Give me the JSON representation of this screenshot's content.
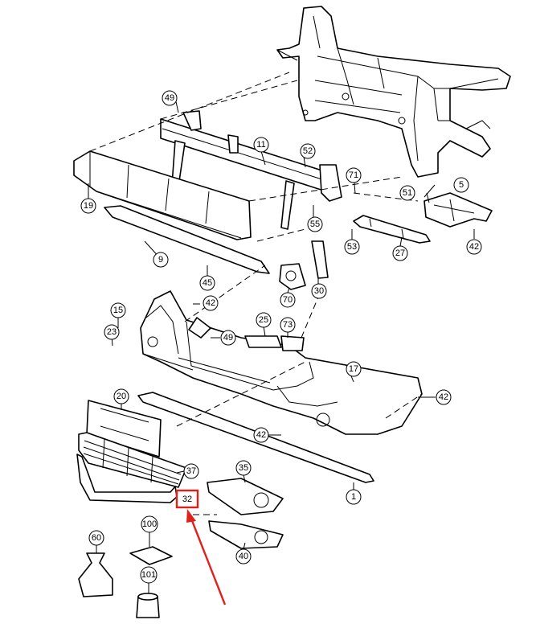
{
  "diagram": {
    "callouts": [
      "49",
      "11",
      "52",
      "71",
      "5",
      "51",
      "19",
      "55",
      "53",
      "27",
      "42",
      "9",
      "45",
      "70",
      "30",
      "15",
      "23",
      "25",
      "73",
      "42",
      "49",
      "17",
      "42",
      "20",
      "42",
      "35",
      "37",
      "1",
      "32",
      "40",
      "60",
      "100",
      "101"
    ],
    "highlighted": "32",
    "accent_color": "#e0201b"
  }
}
